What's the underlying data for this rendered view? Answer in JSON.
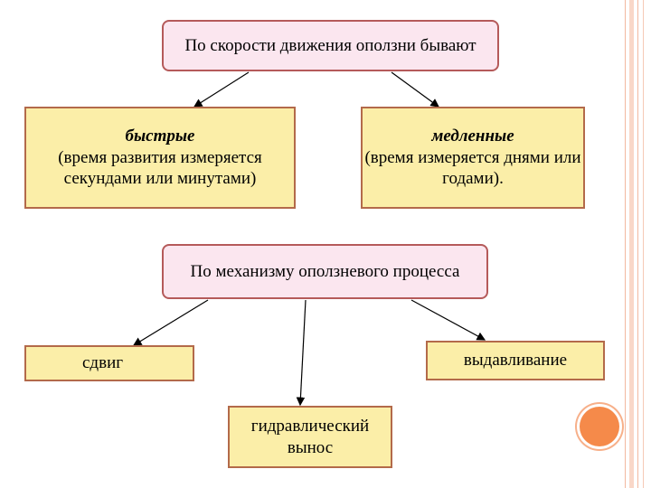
{
  "speed": {
    "header": "По скорости движения оползни бывают",
    "fast": {
      "title": "быстрые",
      "body": "(время развития измеряется секундами или минутами)"
    },
    "slow": {
      "title": "медленные",
      "body": "(время измеряется днями или годами)."
    }
  },
  "mechanism": {
    "header": "По механизму оползневого процесса",
    "shear": "сдвиг",
    "hydraulic": "гидравлический вынос",
    "extrusion": "выдавливание"
  },
  "colors": {
    "header_fill": "#fbe6ef",
    "leaf_fill": "#fbeea8",
    "accent": "#f58a4a"
  }
}
